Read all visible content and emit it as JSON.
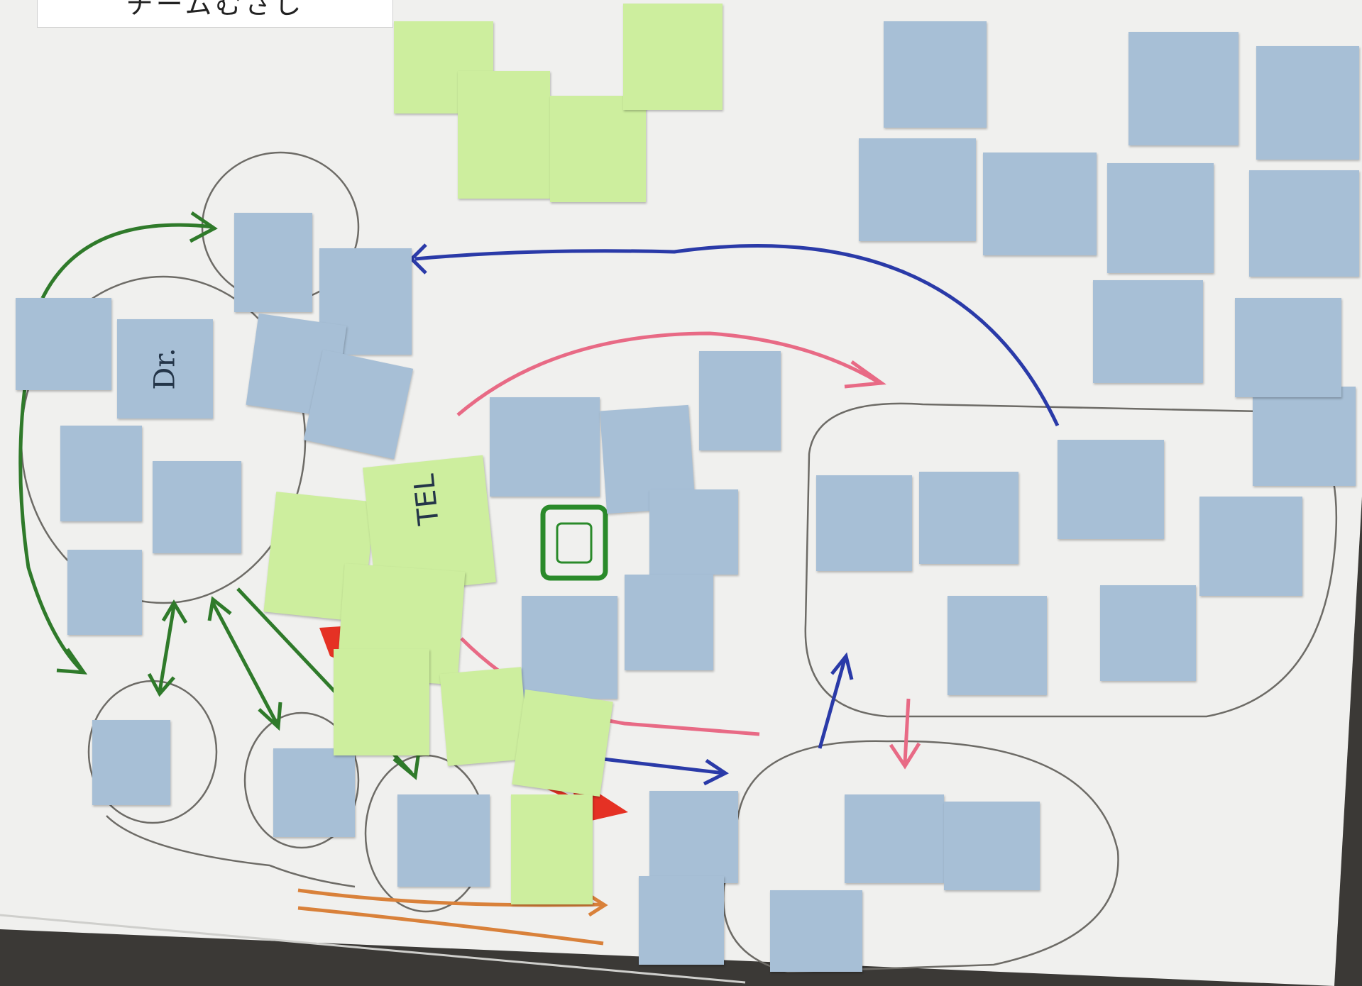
{
  "caption": "チームむさし",
  "colors": {
    "paper": "#f1f1ef",
    "floor": "#3b3936",
    "sticky_blue": "#a7bfd6",
    "sticky_green": "#cdee9e",
    "arrow_blue": "#2a3aa8",
    "arrow_red": "#e86a85",
    "arrow_green": "#2f7a2a",
    "arrow_orange": "#d9813a",
    "outline_black": "#444444"
  },
  "notes": {
    "dr": "Dr.",
    "tel": "TEL"
  }
}
